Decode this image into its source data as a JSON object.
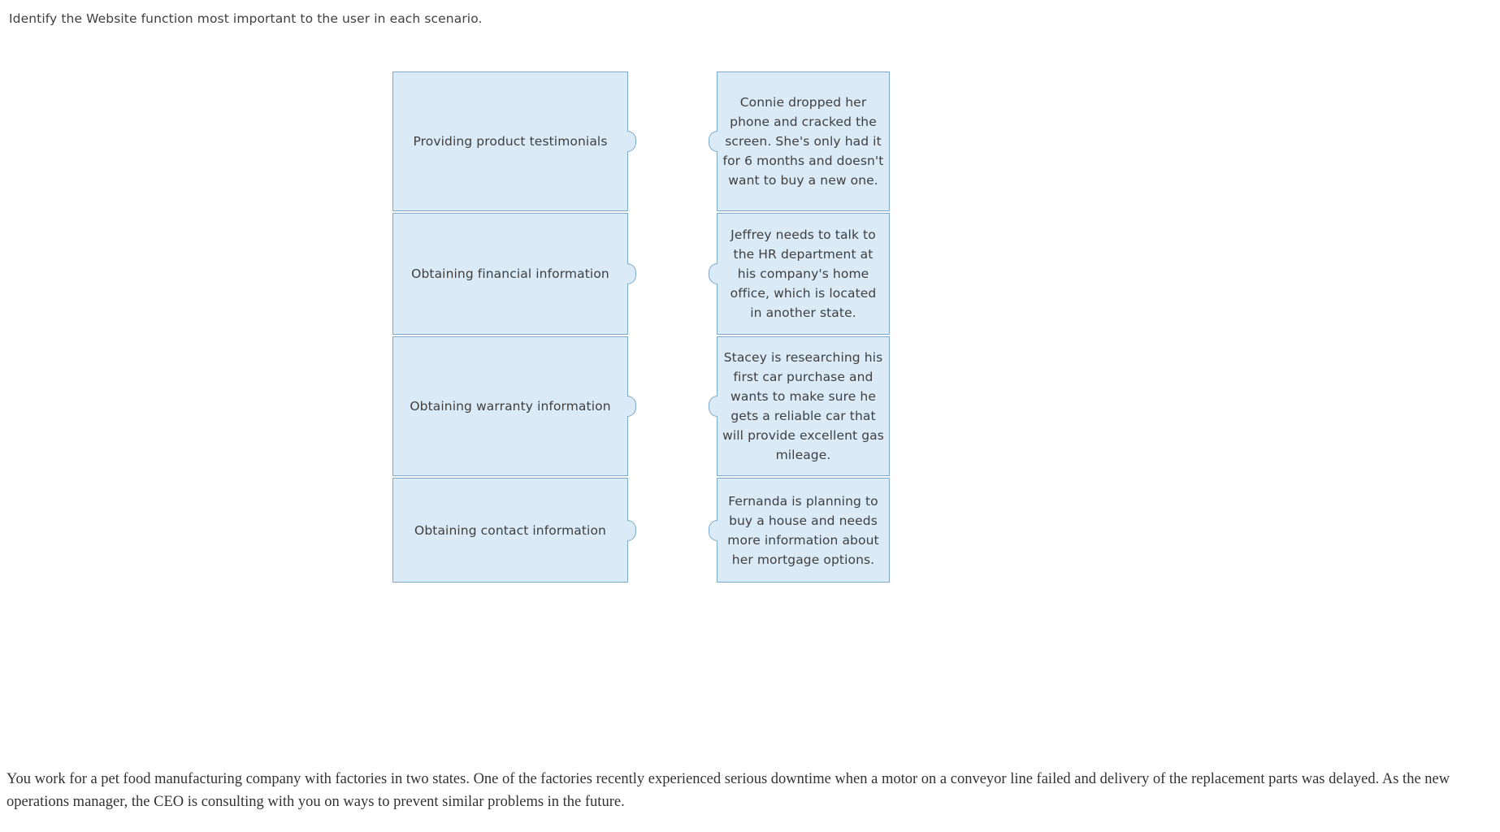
{
  "instruction": "Identify the Website function most important to the user in each scenario.",
  "matching": {
    "options": [
      {
        "label": "Providing product testimonials"
      },
      {
        "label": "Obtaining financial information"
      },
      {
        "label": "Obtaining warranty information"
      },
      {
        "label": "Obtaining contact information"
      }
    ],
    "scenarios": [
      {
        "text": "Connie dropped her phone and cracked the screen. She's only had it for 6 months and doesn't want to buy a new one."
      },
      {
        "text": "Jeffrey needs to talk to the HR department at his company's home office, which is located in another state."
      },
      {
        "text": "Stacey is researching his first car purchase and wants to make sure he gets a reliable car that will provide excellent gas mileage."
      },
      {
        "text": "Fernanda is planning to buy a house and needs more information about her mortgage options."
      }
    ],
    "colors": {
      "cell_fill": "#dbeaf7",
      "cell_border": "#7ea9c8",
      "text": "#3f3f3f"
    }
  },
  "passage": "You work for a pet food manufacturing company with factories in two states. One of the factories recently experienced serious downtime when a motor on a conveyor line failed and delivery of the replacement parts was delayed. As the new operations manager, the CEO is consulting with you on ways to prevent similar problems in the future."
}
